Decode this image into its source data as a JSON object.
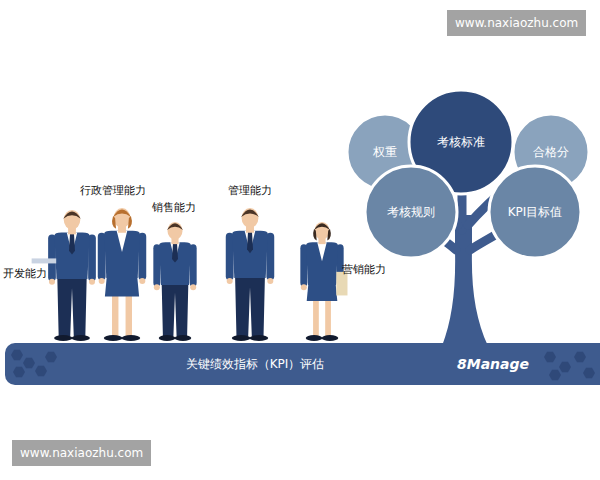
{
  "diagram": {
    "nodes": [
      {
        "text": [
          "权重"
        ]
      },
      {
        "text": [
          "考核标准"
        ]
      },
      {
        "text": [
          "合格分"
        ]
      },
      {
        "text": [
          "考核规则"
        ]
      },
      {
        "text": [
          "KPI目标值"
        ]
      },
      {
        "text": [
          "关键绩效指标（KPI）评估",
          "8Manage"
        ]
      }
    ],
    "labels": [
      "www.naxiaozhu.com",
      "行政管理能力",
      "管理能力",
      "销售能力",
      "开发能力",
      "营销能力",
      "www.naxiaozhu.com"
    ]
  }
}
